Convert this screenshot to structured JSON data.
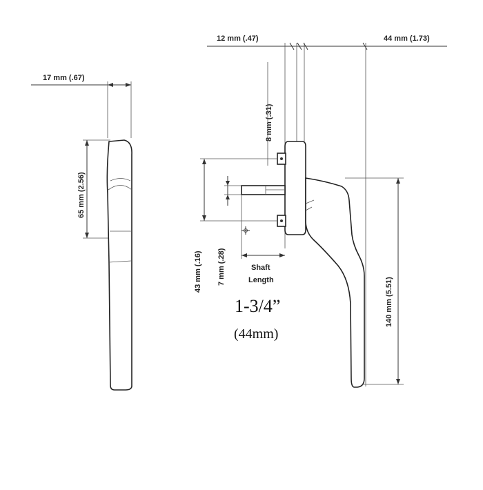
{
  "diagram": {
    "side_view": {
      "width_label": "17 mm (.67)",
      "height_label": "65 mm (2.56)"
    },
    "front_view": {
      "top_left_label": "12 mm (.47)",
      "top_right_label": "44 mm (1.73)",
      "spindle_offset_label": "8 mm (.31)",
      "total_height_label": "140 mm (5.51)",
      "hole_spacing_label": "43 mm (.16)",
      "spindle_size_label": "7 mm (.28)",
      "shaft_label_line1": "Shaft",
      "shaft_label_line2": "Length"
    },
    "shaft_length_value": "1-3/4”",
    "shaft_length_metric": "(44mm)"
  }
}
